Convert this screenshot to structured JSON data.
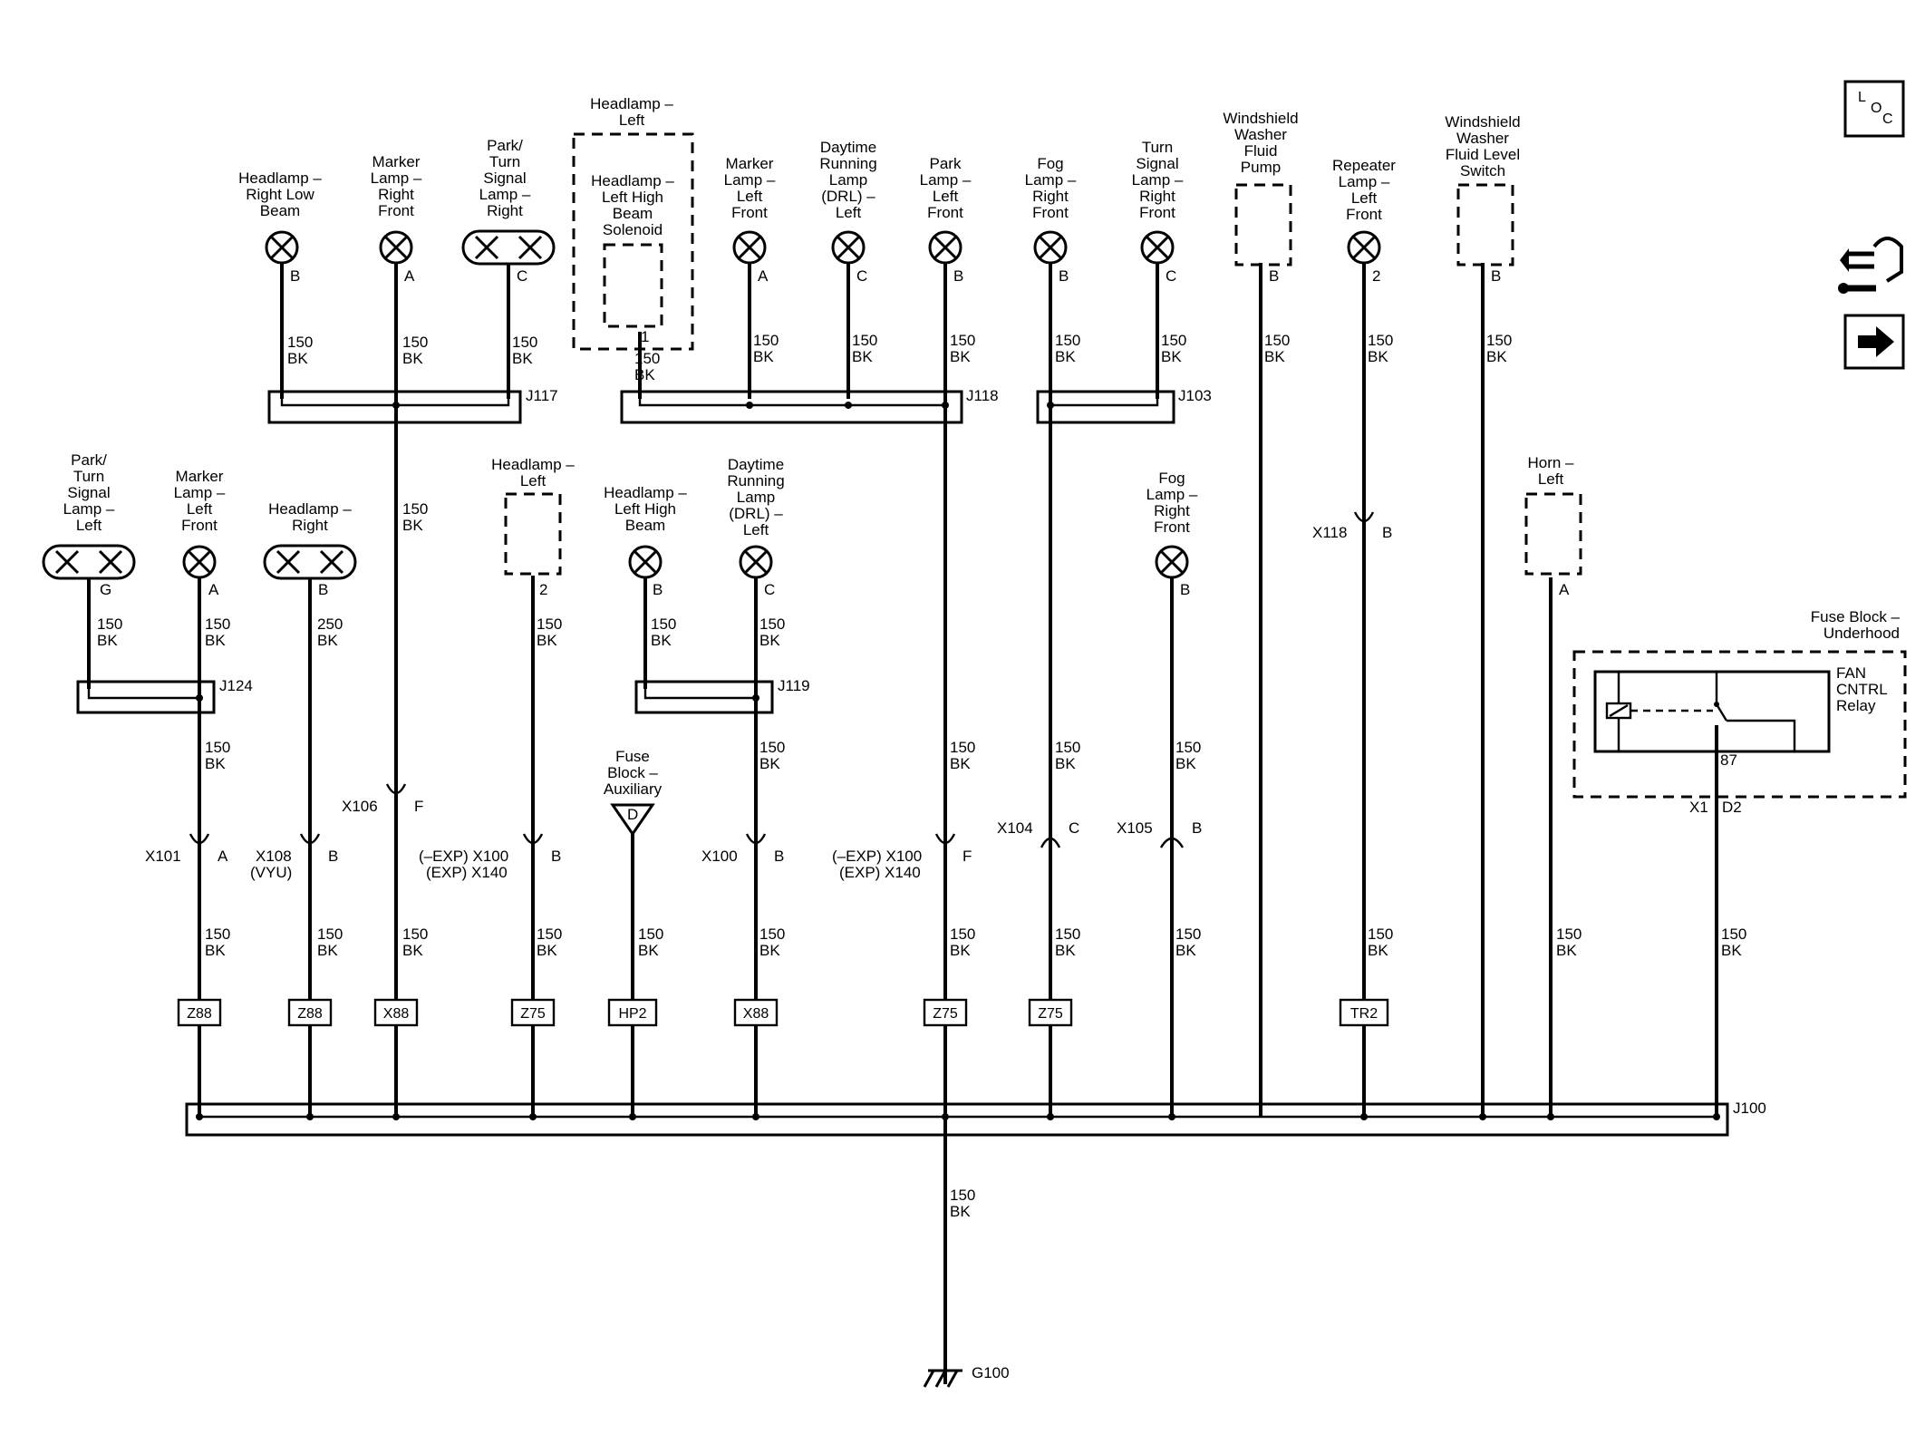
{
  "components": {
    "hl_right_low": [
      "Headlamp –",
      "Right Low",
      "Beam"
    ],
    "marker_rf": [
      "Marker",
      "Lamp –",
      "Right",
      "Front"
    ],
    "park_turn_right": [
      "Park/",
      "Turn",
      "Signal",
      "Lamp –",
      "Right"
    ],
    "hl_left_top": [
      "Headlamp –",
      "Left"
    ],
    "hl_left_solenoid": [
      "Headlamp –",
      "Left High",
      "Beam",
      "Solenoid"
    ],
    "marker_lf_top": [
      "Marker",
      "Lamp –",
      "Left",
      "Front"
    ],
    "drl_left_top": [
      "Daytime",
      "Running",
      "Lamp",
      "(DRL) –",
      "Left"
    ],
    "park_lf": [
      "Park",
      "Lamp –",
      "Left",
      "Front"
    ],
    "fog_rf_top": [
      "Fog",
      "Lamp –",
      "Right",
      "Front"
    ],
    "turn_rf": [
      "Turn",
      "Signal",
      "Lamp –",
      "Right",
      "Front"
    ],
    "washer_pump": [
      "Windshield",
      "Washer",
      "Fluid",
      "Pump"
    ],
    "repeater_lf": [
      "Repeater",
      "Lamp –",
      "Left",
      "Front"
    ],
    "washer_switch": [
      "Windshield",
      "Washer",
      "Fluid Level",
      "Switch"
    ],
    "park_turn_left": [
      "Park/",
      "Turn",
      "Signal",
      "Lamp –",
      "Left"
    ],
    "marker_lf_bot": [
      "Marker",
      "Lamp –",
      "Left",
      "Front"
    ],
    "hl_right": [
      "Headlamp –",
      "Right"
    ],
    "hl_left_mid": [
      "Headlamp –",
      "Left"
    ],
    "hl_left_high": [
      "Headlamp –",
      "Left High",
      "Beam"
    ],
    "drl_left_mid": [
      "Daytime",
      "Running",
      "Lamp",
      "(DRL) –",
      "Left"
    ],
    "fog_rf_mid": [
      "Fog",
      "Lamp –",
      "Right",
      "Front"
    ],
    "horn_left": [
      "Horn –",
      "Left"
    ],
    "fuse_aux": [
      "Fuse",
      "Block –",
      "Auxiliary"
    ],
    "fuse_underhood": [
      "Fuse Block –",
      "Underhood"
    ],
    "fan_relay": [
      "FAN",
      "CNTRL",
      "Relay"
    ]
  },
  "pins": {
    "hl_right_low": "B",
    "marker_rf": "A",
    "park_turn_right": "C",
    "hl_left_solenoid": "1",
    "marker_lf_top": "A",
    "drl_left_top": "C",
    "park_lf": "B",
    "fog_rf_top": "B",
    "turn_rf": "C",
    "washer_pump": "B",
    "repeater_lf": "2",
    "washer_switch": "B",
    "park_turn_left": "G",
    "marker_lf_bot": "A",
    "hl_right": "B",
    "hl_left_mid": "2",
    "hl_left_high": "B",
    "drl_left_mid": "C",
    "fog_rf_mid": "B",
    "horn_left": "A",
    "fuse_aux": "D",
    "relay_87": "87",
    "x118_pin": "B"
  },
  "splices": {
    "j117": "J117",
    "j118": "J118",
    "j103": "J103",
    "j124": "J124",
    "j119": "J119",
    "j100": "J100"
  },
  "wires": {
    "w150": "150",
    "w250": "250",
    "bk": "BK"
  },
  "connectors": {
    "x101": "X101",
    "x101_pin": "A",
    "x108": "X108",
    "x108_sub": "(VYU)",
    "x108_pin": "B",
    "x106": "X106",
    "x106_pin": "F",
    "exp_a1": "(–EXP) X100",
    "exp_a2": "(EXP) X140",
    "exp_a_pin": "B",
    "x100": "X100",
    "x100_pin": "B",
    "exp_b1": "(–EXP) X100",
    "exp_b2": "(EXP) X140",
    "exp_b_pin": "F",
    "x104": "X104",
    "x104_pin": "C",
    "x105": "X105",
    "x105_pin": "B",
    "x118": "X118",
    "x1": "X1",
    "x1_pin": "D2"
  },
  "fuses": {
    "f1": "Z88",
    "f2": "Z88",
    "f3": "X88",
    "f4": "Z75",
    "f5": "HP2",
    "f6": "X88",
    "f7": "Z75",
    "f8": "Z75",
    "f9": "TR2"
  },
  "ground": "G100",
  "loc_icon": [
    "L",
    "O",
    "C"
  ]
}
